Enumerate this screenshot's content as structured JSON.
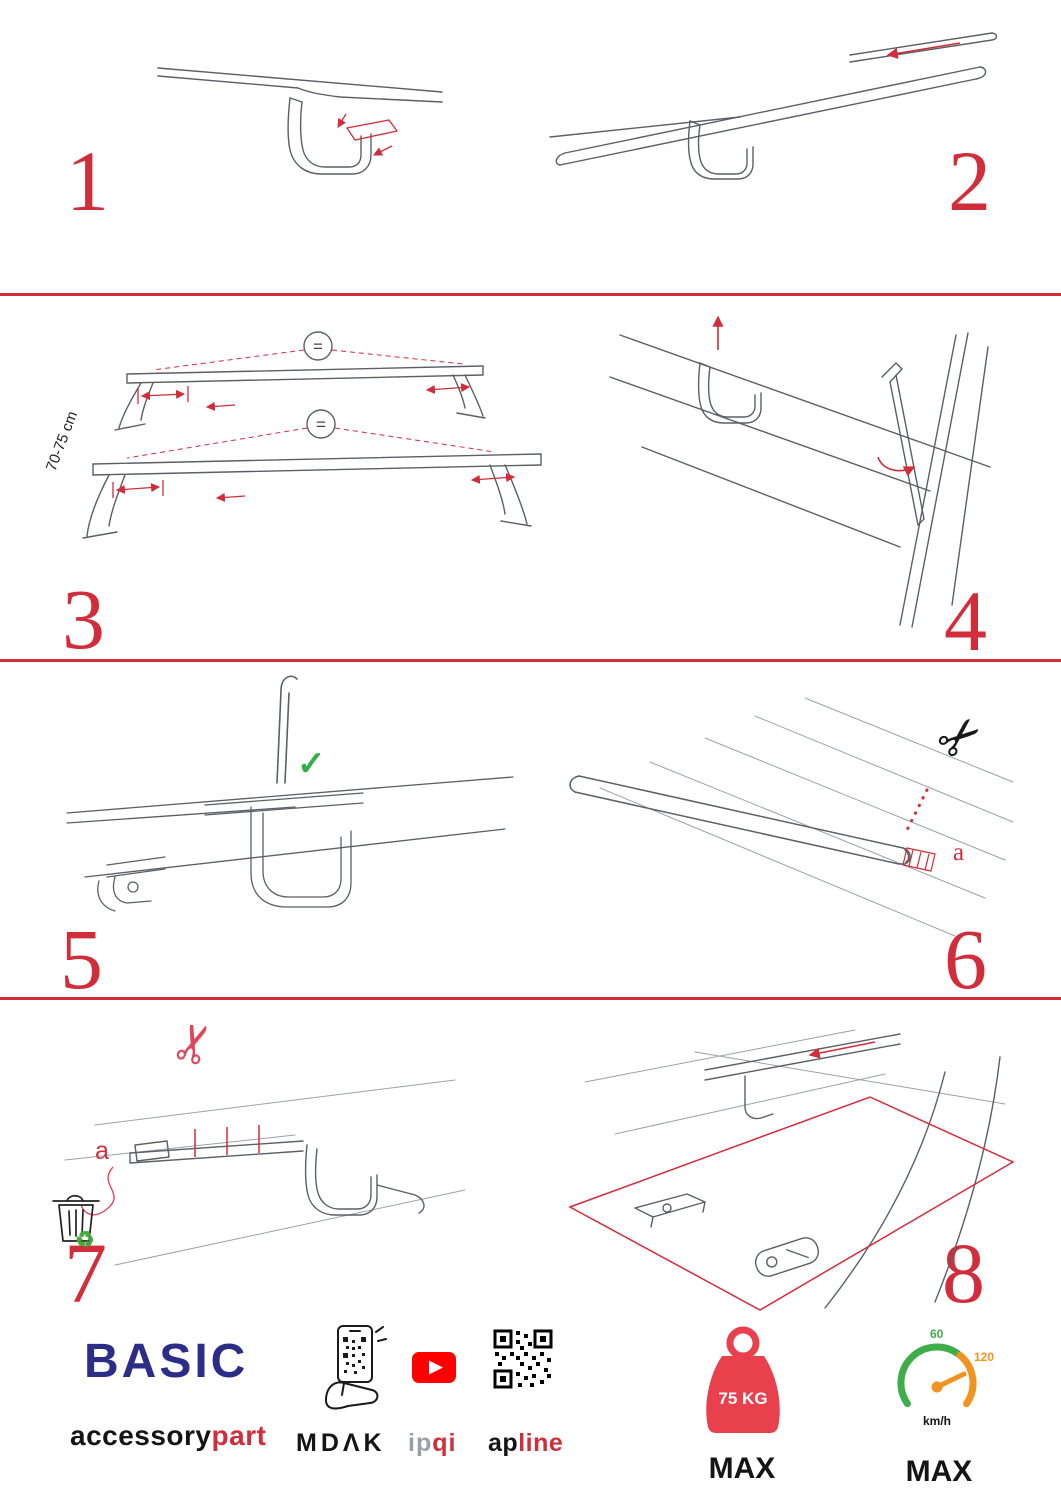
{
  "steps": [
    {
      "number": "1"
    },
    {
      "number": "2"
    },
    {
      "number": "3",
      "equals": "=",
      "dimension": "70-75 cm"
    },
    {
      "number": "4"
    },
    {
      "number": "5"
    },
    {
      "number": "6",
      "cut_label": "a"
    },
    {
      "number": "7",
      "cut_label": "a"
    },
    {
      "number": "8"
    }
  ],
  "icons": {
    "scissors": "✂",
    "check": "✓",
    "recycle": "♻"
  },
  "footer": {
    "brand": "BASIC",
    "sub_black": "accessory",
    "sub_red": "part",
    "mdak": "MDΛK",
    "ipqi_gray": "ip",
    "ipqi_red": "qi",
    "ap_black": "ap",
    "ap_red": "line",
    "weight_value": "75 KG",
    "weight_max": "MAX",
    "speed_low": "60",
    "speed_high": "120",
    "speed_unit": "km/h",
    "speed_max": "MAX"
  },
  "colors": {
    "accent_red": "#d12d3b",
    "brand_blue": "#2b2d86",
    "green": "#3fae49",
    "orange": "#f0941f"
  }
}
